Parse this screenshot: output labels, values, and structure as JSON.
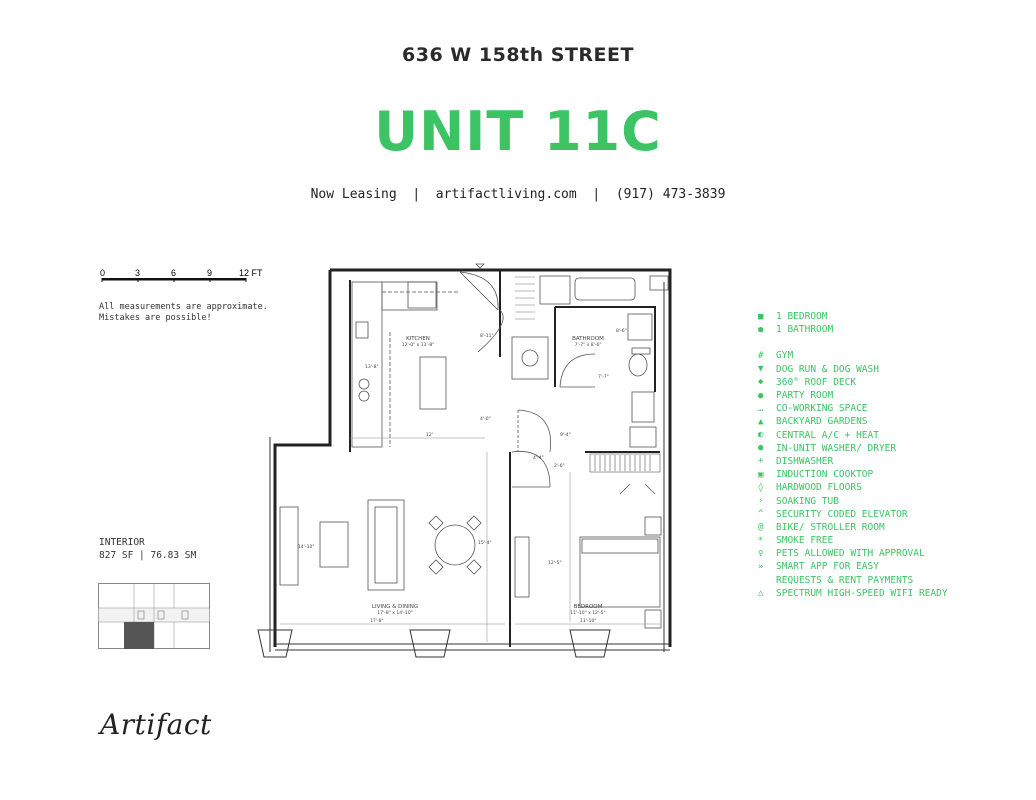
{
  "header": {
    "address": "636 W 158th STREET",
    "unit_title": "UNIT 11C",
    "contact": "Now Leasing  |  artifactliving.com  |  (917) 473-3839"
  },
  "scale_bar": {
    "ticks": [
      "0",
      "3",
      "6",
      "9",
      "12 FT"
    ]
  },
  "disclaimer": {
    "line1": "All measurements are approximate.",
    "line2": "Mistakes are possible!"
  },
  "interior": {
    "label": "INTERIOR",
    "area": "827 SF | 76.83 SM"
  },
  "floorplan": {
    "kitchen_label": "KITCHEN",
    "kitchen_dims": "12'-0\" x 13'-8\"",
    "bathroom_label": "BATHROOM",
    "bathroom_dims": "7'-7\" x 8'-6\"",
    "living_label": "LIVING & DINING",
    "living_dims": "17'-8\" x 14'-10\"",
    "bedroom_label": "BEDROOM",
    "bedroom_dims": "11'-10\" x 12'-5\"",
    "dim_kitchen_vert": "13'-8\"",
    "dim_12": "12'",
    "dim_entry": "8'-11\"",
    "dim_bath_w": "8'-6\"",
    "dim_bath_h": "7'-7\"",
    "dim_hall": "4'-0\"",
    "dim_hall2": "9'-4\"",
    "dim_closet": "4'-4\"",
    "dim_closet2": "2'-6\"",
    "dim_living_vert": "14'-10\"",
    "dim_living_mid": "15'-4\"",
    "dim_living_w": "17'-8\"",
    "dim_bed_vert": "12'-5\"",
    "dim_bed_w": "11'-10\""
  },
  "amenities": {
    "unit_features": [
      {
        "icon": "■",
        "label": "1 BEDROOM"
      },
      {
        "icon": "●",
        "label": "1 BATHROOM"
      }
    ],
    "building_features": [
      {
        "icon": "#",
        "label": "GYM"
      },
      {
        "icon": "▼",
        "label": "DOG RUN & DOG WASH"
      },
      {
        "icon": "◆",
        "label": "360° ROOF DECK"
      },
      {
        "icon": "●",
        "label": "PARTY ROOM"
      },
      {
        "icon": "…",
        "label": "CO-WORKING SPACE"
      },
      {
        "icon": "▲",
        "label": "BACKYARD GARDENS"
      },
      {
        "icon": "◐",
        "label": "CENTRAL A/C + HEAT"
      },
      {
        "icon": "●",
        "label": "IN-UNIT WASHER/ DRYER"
      },
      {
        "icon": "+",
        "label": "DISHWASHER"
      },
      {
        "icon": "▣",
        "label": "INDUCTION COOKTOP"
      },
      {
        "icon": "◊",
        "label": "HARDWOOD FLOORS"
      },
      {
        "icon": "›",
        "label": "SOAKING TUB"
      },
      {
        "icon": "^",
        "label": "SECURITY CODED ELEVATOR"
      },
      {
        "icon": "@",
        "label": "BIKE/ STROLLER ROOM"
      },
      {
        "icon": "*",
        "label": "SMOKE FREE"
      },
      {
        "icon": "♀",
        "label": "PETS ALLOWED WITH APPROVAL"
      },
      {
        "icon": "»",
        "label": "SMART APP FOR EASY"
      },
      {
        "icon": "",
        "label": "REQUESTS & RENT PAYMENTS"
      },
      {
        "icon": "△",
        "label": "SPECTRUM HIGH-SPEED WIFI READY"
      }
    ]
  },
  "brand": {
    "logo_text": "Artifact"
  },
  "colors": {
    "accent": "#3cc464",
    "text": "#222222"
  }
}
